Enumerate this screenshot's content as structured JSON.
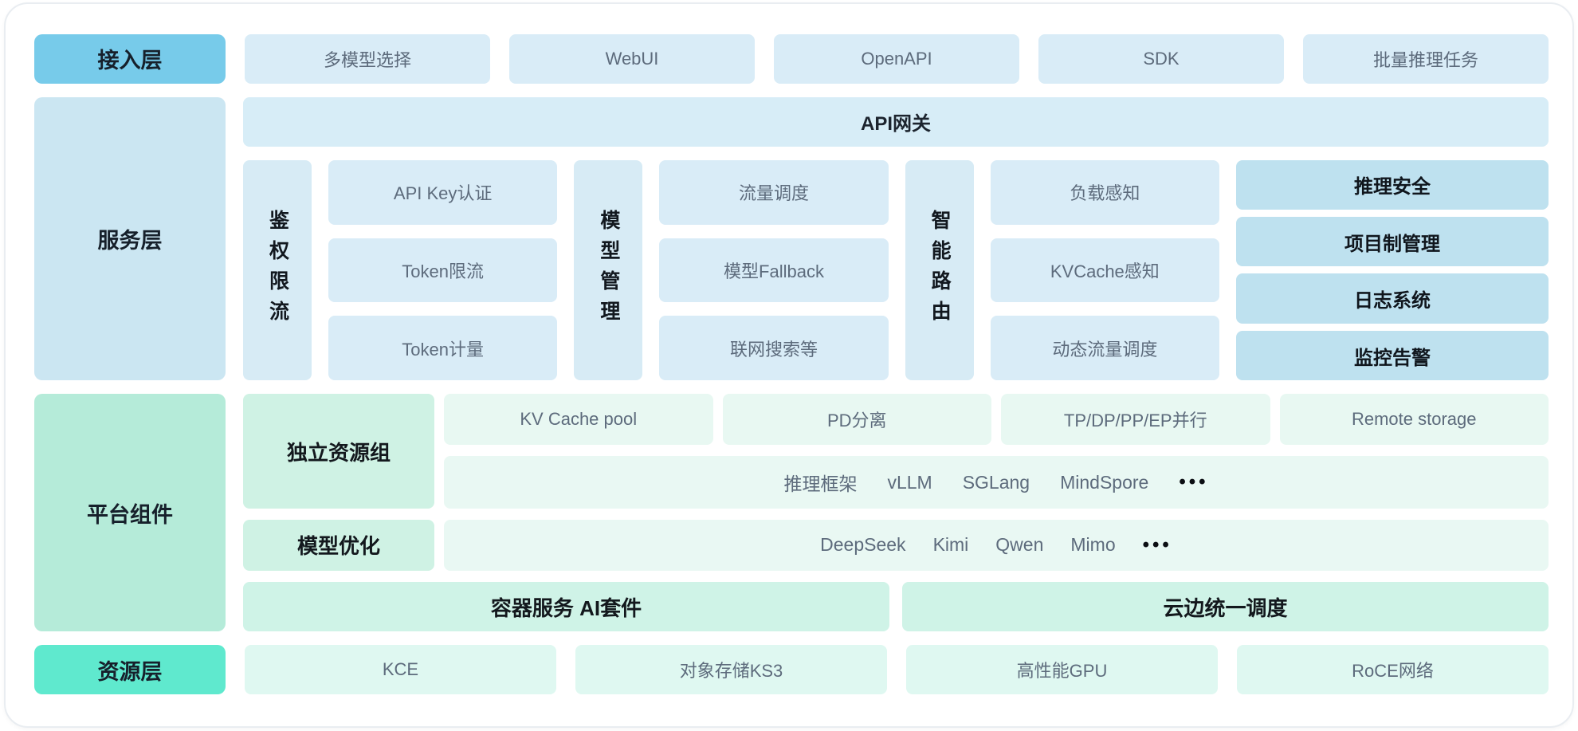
{
  "layers": {
    "access": {
      "label": "接入层",
      "items": [
        "多模型选择",
        "WebUI",
        "OpenAPI",
        "SDK",
        "批量推理任务"
      ]
    },
    "service": {
      "label": "服务层",
      "gateway": "API网关",
      "groups": [
        {
          "title": "鉴权限流",
          "items": [
            "API Key认证",
            "Token限流",
            "Token计量"
          ]
        },
        {
          "title": "模型管理",
          "items": [
            "流量调度",
            "模型Fallback",
            "联网搜索等"
          ]
        },
        {
          "title": "智能路由",
          "items": [
            "负载感知",
            "KVCache感知",
            "动态流量调度"
          ]
        }
      ],
      "ops": [
        "推理安全",
        "项目制管理",
        "日志系统",
        "监控告警"
      ]
    },
    "platform": {
      "label": "平台组件",
      "resource_group": {
        "title": "独立资源组",
        "items": [
          "KV Cache pool",
          "PD分离",
          "TP/DP/PP/EP并行",
          "Remote storage"
        ],
        "frameworks_label": "推理框架",
        "frameworks": [
          "vLLM",
          "SGLang",
          "MindSpore"
        ],
        "more": "•••"
      },
      "model_opt": {
        "title": "模型优化",
        "models": [
          "DeepSeek",
          "Kimi",
          "Qwen",
          "Mimo"
        ],
        "more": "•••"
      },
      "bottom": [
        "容器服务 AI套件",
        "云边统一调度"
      ]
    },
    "resource": {
      "label": "资源层",
      "items": [
        "KCE",
        "对象存储KS3",
        "高性能GPU",
        "RoCE网络"
      ]
    }
  },
  "colors": {
    "access_badge": "#77cbea",
    "service_box": "#cbe6f2",
    "blue_chip": "#d9ecf7",
    "ops_chip": "#bee1ef",
    "platform_box": "#b5ebd9",
    "mint_label": "#cff2e4",
    "mint_chip": "#e8f8f2",
    "mint_wide": "#cff3e7",
    "resource_badge": "#5fe9ce",
    "resource_chip": "#dff8f1"
  }
}
